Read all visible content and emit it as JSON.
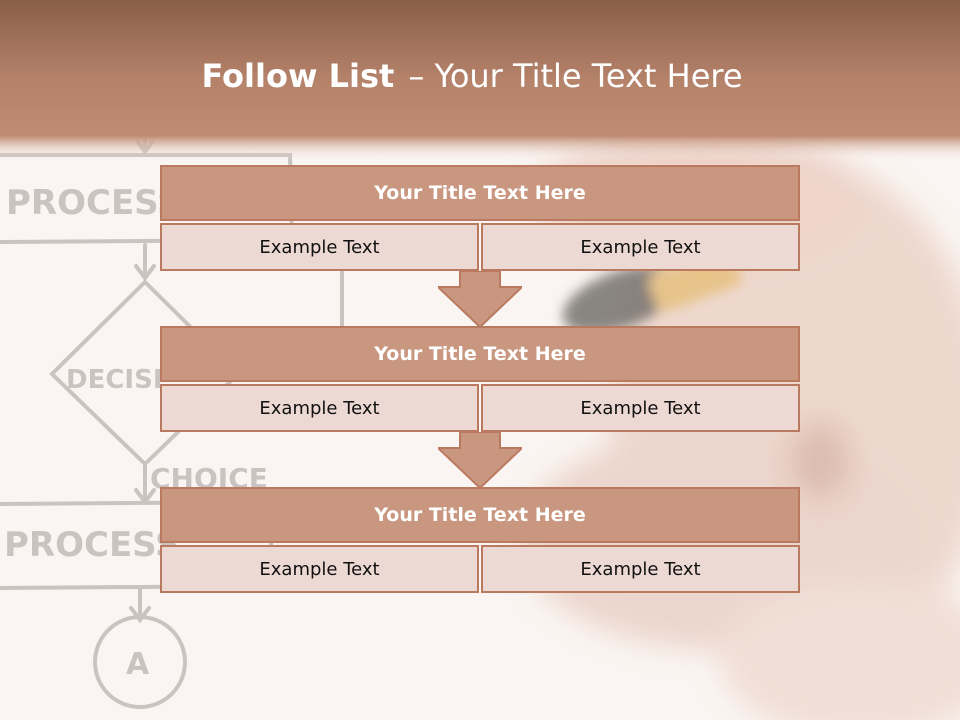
{
  "slide": {
    "title_bold": "Follow List",
    "title_rest": "– Your Title Text Here",
    "steps": [
      {
        "title": "Your Title Text Here",
        "left": "Example Text",
        "right": "Example Text"
      },
      {
        "title": "Your Title Text Here",
        "left": "Example Text",
        "right": "Example Text"
      },
      {
        "title": "Your Title Text Here",
        "left": "Example Text",
        "right": "Example Text"
      }
    ]
  },
  "background": {
    "sketch_labels": [
      "PROCESS",
      "DECISI",
      "CHOICE",
      "PROCESS",
      "A"
    ]
  },
  "colors": {
    "header": "#b07a62",
    "box_head": "#c9977f",
    "box_border": "#b97a60",
    "box_cell": "#ecd9d3",
    "sketch": "#c9c4c0"
  }
}
